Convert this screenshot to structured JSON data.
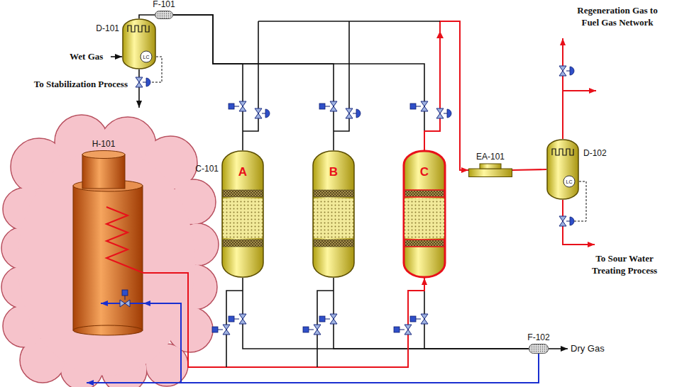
{
  "diagram": {
    "nodes": [
      {
        "text": [
          "D-101"
        ]
      },
      {
        "text": [
          "F-101"
        ]
      },
      {
        "text": [
          "H-101"
        ]
      },
      {
        "text": [
          "A"
        ]
      },
      {
        "text": [
          "B"
        ]
      },
      {
        "text": [
          "C"
        ]
      },
      {
        "text": [
          "EA-101"
        ]
      },
      {
        "text": [
          "D-102"
        ]
      },
      {
        "text": [
          "F-102"
        ]
      }
    ],
    "edges": [
      {
        "from": 0,
        "to": 1,
        "arrow": "none"
      },
      {
        "from": 1,
        "to": 3,
        "arrow": "none"
      },
      {
        "from": 1,
        "to": 4,
        "arrow": "none"
      },
      {
        "from": 1,
        "to": 5,
        "arrow": "none"
      },
      {
        "from": 3,
        "to": 8,
        "arrow": "none"
      },
      {
        "from": 4,
        "to": 8,
        "arrow": "none"
      },
      {
        "from": 5,
        "to": 8,
        "arrow": "none"
      },
      {
        "from": 2,
        "to": 5,
        "arrow": "to"
      },
      {
        "from": 5,
        "to": 6,
        "arrow": "to"
      },
      {
        "from": 6,
        "to": 7,
        "arrow": "none"
      },
      {
        "from": 8,
        "to": 2,
        "arrow": "to"
      }
    ],
    "labels": [
      "Wet Gas",
      "To Stabilization Process",
      "LC",
      "C-101",
      "Regeneration Gas to Fuel Gas Network",
      "LC",
      "To Sour Water Treating Process",
      "Dry Gas"
    ]
  }
}
